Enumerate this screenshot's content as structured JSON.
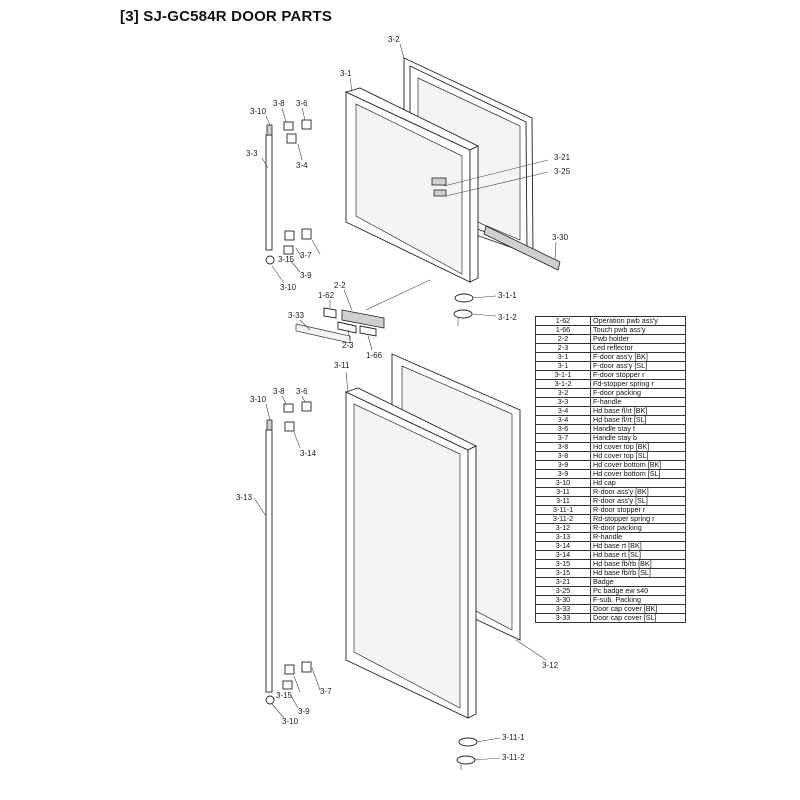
{
  "title": "[3] SJ-GC584R DOOR PARTS",
  "callouts": {
    "c3_2": "3-2",
    "c3_1": "3-1",
    "c3_10_top": "3-10",
    "c3_8_top": "3-8",
    "c3_6_top": "3-6",
    "c3_3": "3-3",
    "c3_4": "3-4",
    "c3_21": "3-21",
    "c3_25": "3-25",
    "c3_30": "3-30",
    "c3_15_top": "3-15",
    "c3_7_top": "3-7",
    "c3_9_top": "3-9",
    "c3_10_mid": "3-10",
    "c2_2": "2-2",
    "c1_62": "1-62",
    "c3_1_1": "3-1-1",
    "c3_1_2": "3-1-2",
    "c3_33": "3-33",
    "c2_3": "2-3",
    "c1_66": "1-66",
    "c3_11": "3-11",
    "c3_10_low": "3-10",
    "c3_8_low": "3-8",
    "c3_6_low": "3-6",
    "c3_14": "3-14",
    "c3_13": "3-13",
    "c3_12": "3-12",
    "c3_15_low": "3-15",
    "c3_7_low": "3-7",
    "c3_9_low": "3-9",
    "c3_10_bottom": "3-10",
    "c3_11_1": "3-11-1",
    "c3_11_2": "3-11-2"
  },
  "parts_list": [
    {
      "code": "1-62",
      "desc": "Operation pwb ass'y"
    },
    {
      "code": "1-66",
      "desc": "Touch pwb ass'y"
    },
    {
      "code": "2-2",
      "desc": "Pwb holder"
    },
    {
      "code": "2-3",
      "desc": "Led reflector"
    },
    {
      "code": "3-1",
      "desc": "F-door ass'y [BK]"
    },
    {
      "code": "3-1",
      "desc": "F-door ass'y [SL]"
    },
    {
      "code": "3-1-1",
      "desc": "F-door stopper r"
    },
    {
      "code": "3-1-2",
      "desc": "Fd-stopper spring r"
    },
    {
      "code": "3-2",
      "desc": "F-door packing"
    },
    {
      "code": "3-3",
      "desc": "F-handle"
    },
    {
      "code": "3-4",
      "desc": "Hd base fl/rt [BK]"
    },
    {
      "code": "3-4",
      "desc": "Hd base fl/rt [SL]"
    },
    {
      "code": "3-6",
      "desc": "Handle stay t"
    },
    {
      "code": "3-7",
      "desc": "Handle stay b"
    },
    {
      "code": "3-8",
      "desc": "Hd cover top [BK]"
    },
    {
      "code": "3-8",
      "desc": "Hd cover top [SL]"
    },
    {
      "code": "3-9",
      "desc": "Hd cover bottom [BK]"
    },
    {
      "code": "3-9",
      "desc": "Hd cover bottom [SL]"
    },
    {
      "code": "3-10",
      "desc": "Hd cap"
    },
    {
      "code": "3-11",
      "desc": "R-door ass'y [BK]"
    },
    {
      "code": "3-11",
      "desc": "R-door ass'y [SL]"
    },
    {
      "code": "3-11-1",
      "desc": "R-door stopper r"
    },
    {
      "code": "3-11-2",
      "desc": "Rd-stopper spring r"
    },
    {
      "code": "3-12",
      "desc": "R-door packing"
    },
    {
      "code": "3-13",
      "desc": "R-handle"
    },
    {
      "code": "3-14",
      "desc": "Hd base rt [BK]"
    },
    {
      "code": "3-14",
      "desc": "Hd base rt [SL]"
    },
    {
      "code": "3-15",
      "desc": "Hd base fb/rb [BK]"
    },
    {
      "code": "3-15",
      "desc": "Hd base fb/rb [SL]"
    },
    {
      "code": "3-21",
      "desc": "Badge"
    },
    {
      "code": "3-25",
      "desc": "Pc badge ew s40"
    },
    {
      "code": "3-30",
      "desc": "F-sub. Packing"
    },
    {
      "code": "3-33",
      "desc": "Door cap cover [BK]"
    },
    {
      "code": "3-33",
      "desc": "Door cap cover [SL]"
    }
  ]
}
